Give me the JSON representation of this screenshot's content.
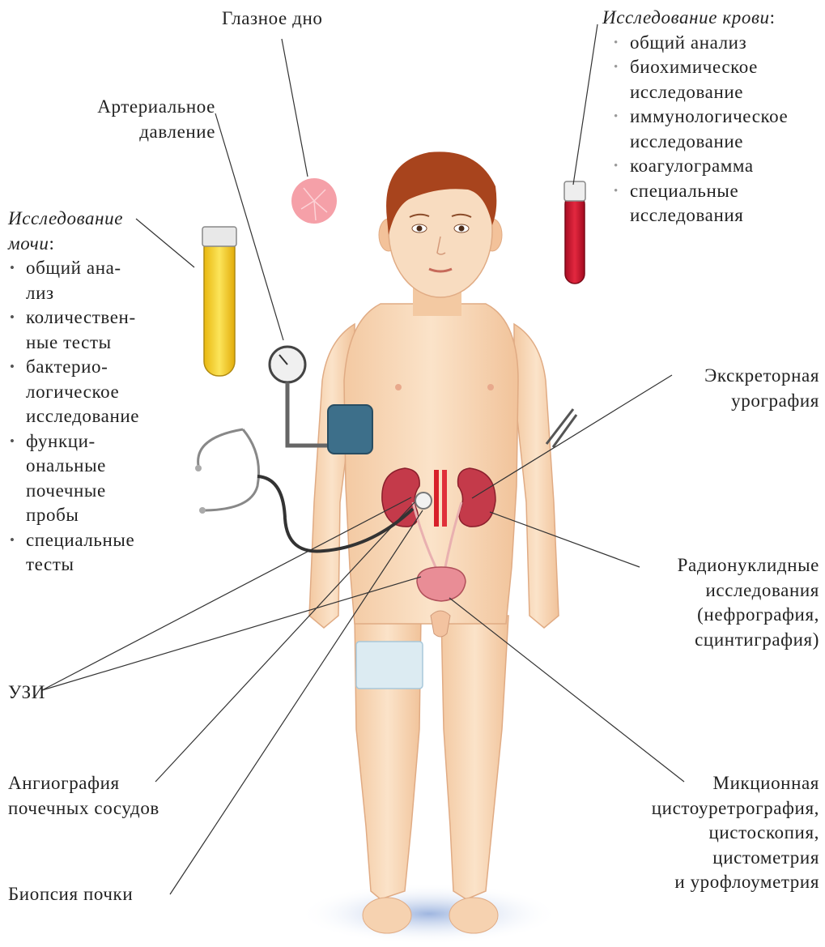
{
  "labels": {
    "fundus": "Глазное дно",
    "bp_line1": "Артериальное",
    "bp_line2": "давление",
    "blood_title": "Исследование крови",
    "blood_items": [
      "общий анализ",
      "биохимическое\nисследование",
      "иммунологическое\nисследование",
      "коагулограмма",
      "специальные\nисследования"
    ],
    "urine_title_1": "Исследование",
    "urine_title_2": "мочи",
    "urine_items": [
      "общий ана-\nлиз",
      "количествен-\nные тесты",
      "бактерио-\nлогическое\nисследование",
      "функци-\nональные\nпочечные\nпробы",
      "специальные\nтесты"
    ],
    "urography_1": "Экскреторная",
    "urography_2": "урография",
    "radionuclide_1": "Радионуклидные",
    "radionuclide_2": "исследования",
    "radionuclide_3": "(нефрография,",
    "radionuclide_4": "сцинтиграфия)",
    "ultrasound": "УЗИ",
    "angiography_1": "Ангиография",
    "angiography_2": "почечных сосудов",
    "biopsy": "Биопсия почки",
    "cysto_1": "Микционная",
    "cysto_2": "цистоуретрография,",
    "cysto_3": "цистоскопия,",
    "cysto_4": "цистометрия",
    "cysto_5": "и урофлоуметрия"
  },
  "colors": {
    "skin": "#f7d6b4",
    "hair": "#a8441d",
    "kidney": "#c43a4a",
    "blood": "#c8102e",
    "urine": "#f2c21a",
    "bladder": "#e98d96",
    "cuff": "#3d6f8a",
    "bandage": "#dcebf2"
  }
}
